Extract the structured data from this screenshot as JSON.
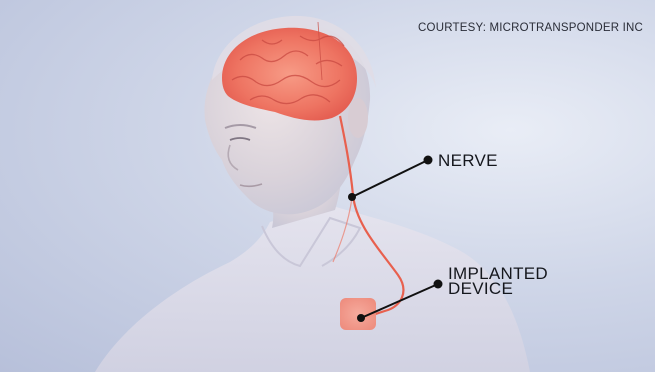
{
  "credit": "COURTESY: MICROTRANSPONDER INC",
  "labels": {
    "nerve": "NERVE",
    "device_line1": "IMPLANTED",
    "device_line2": "DEVICE"
  },
  "colors": {
    "background": "#c3cbe0",
    "brain": "#f07a6a",
    "nerve": "#e8604e",
    "device": "#f29a8a",
    "callout": "#111111"
  }
}
